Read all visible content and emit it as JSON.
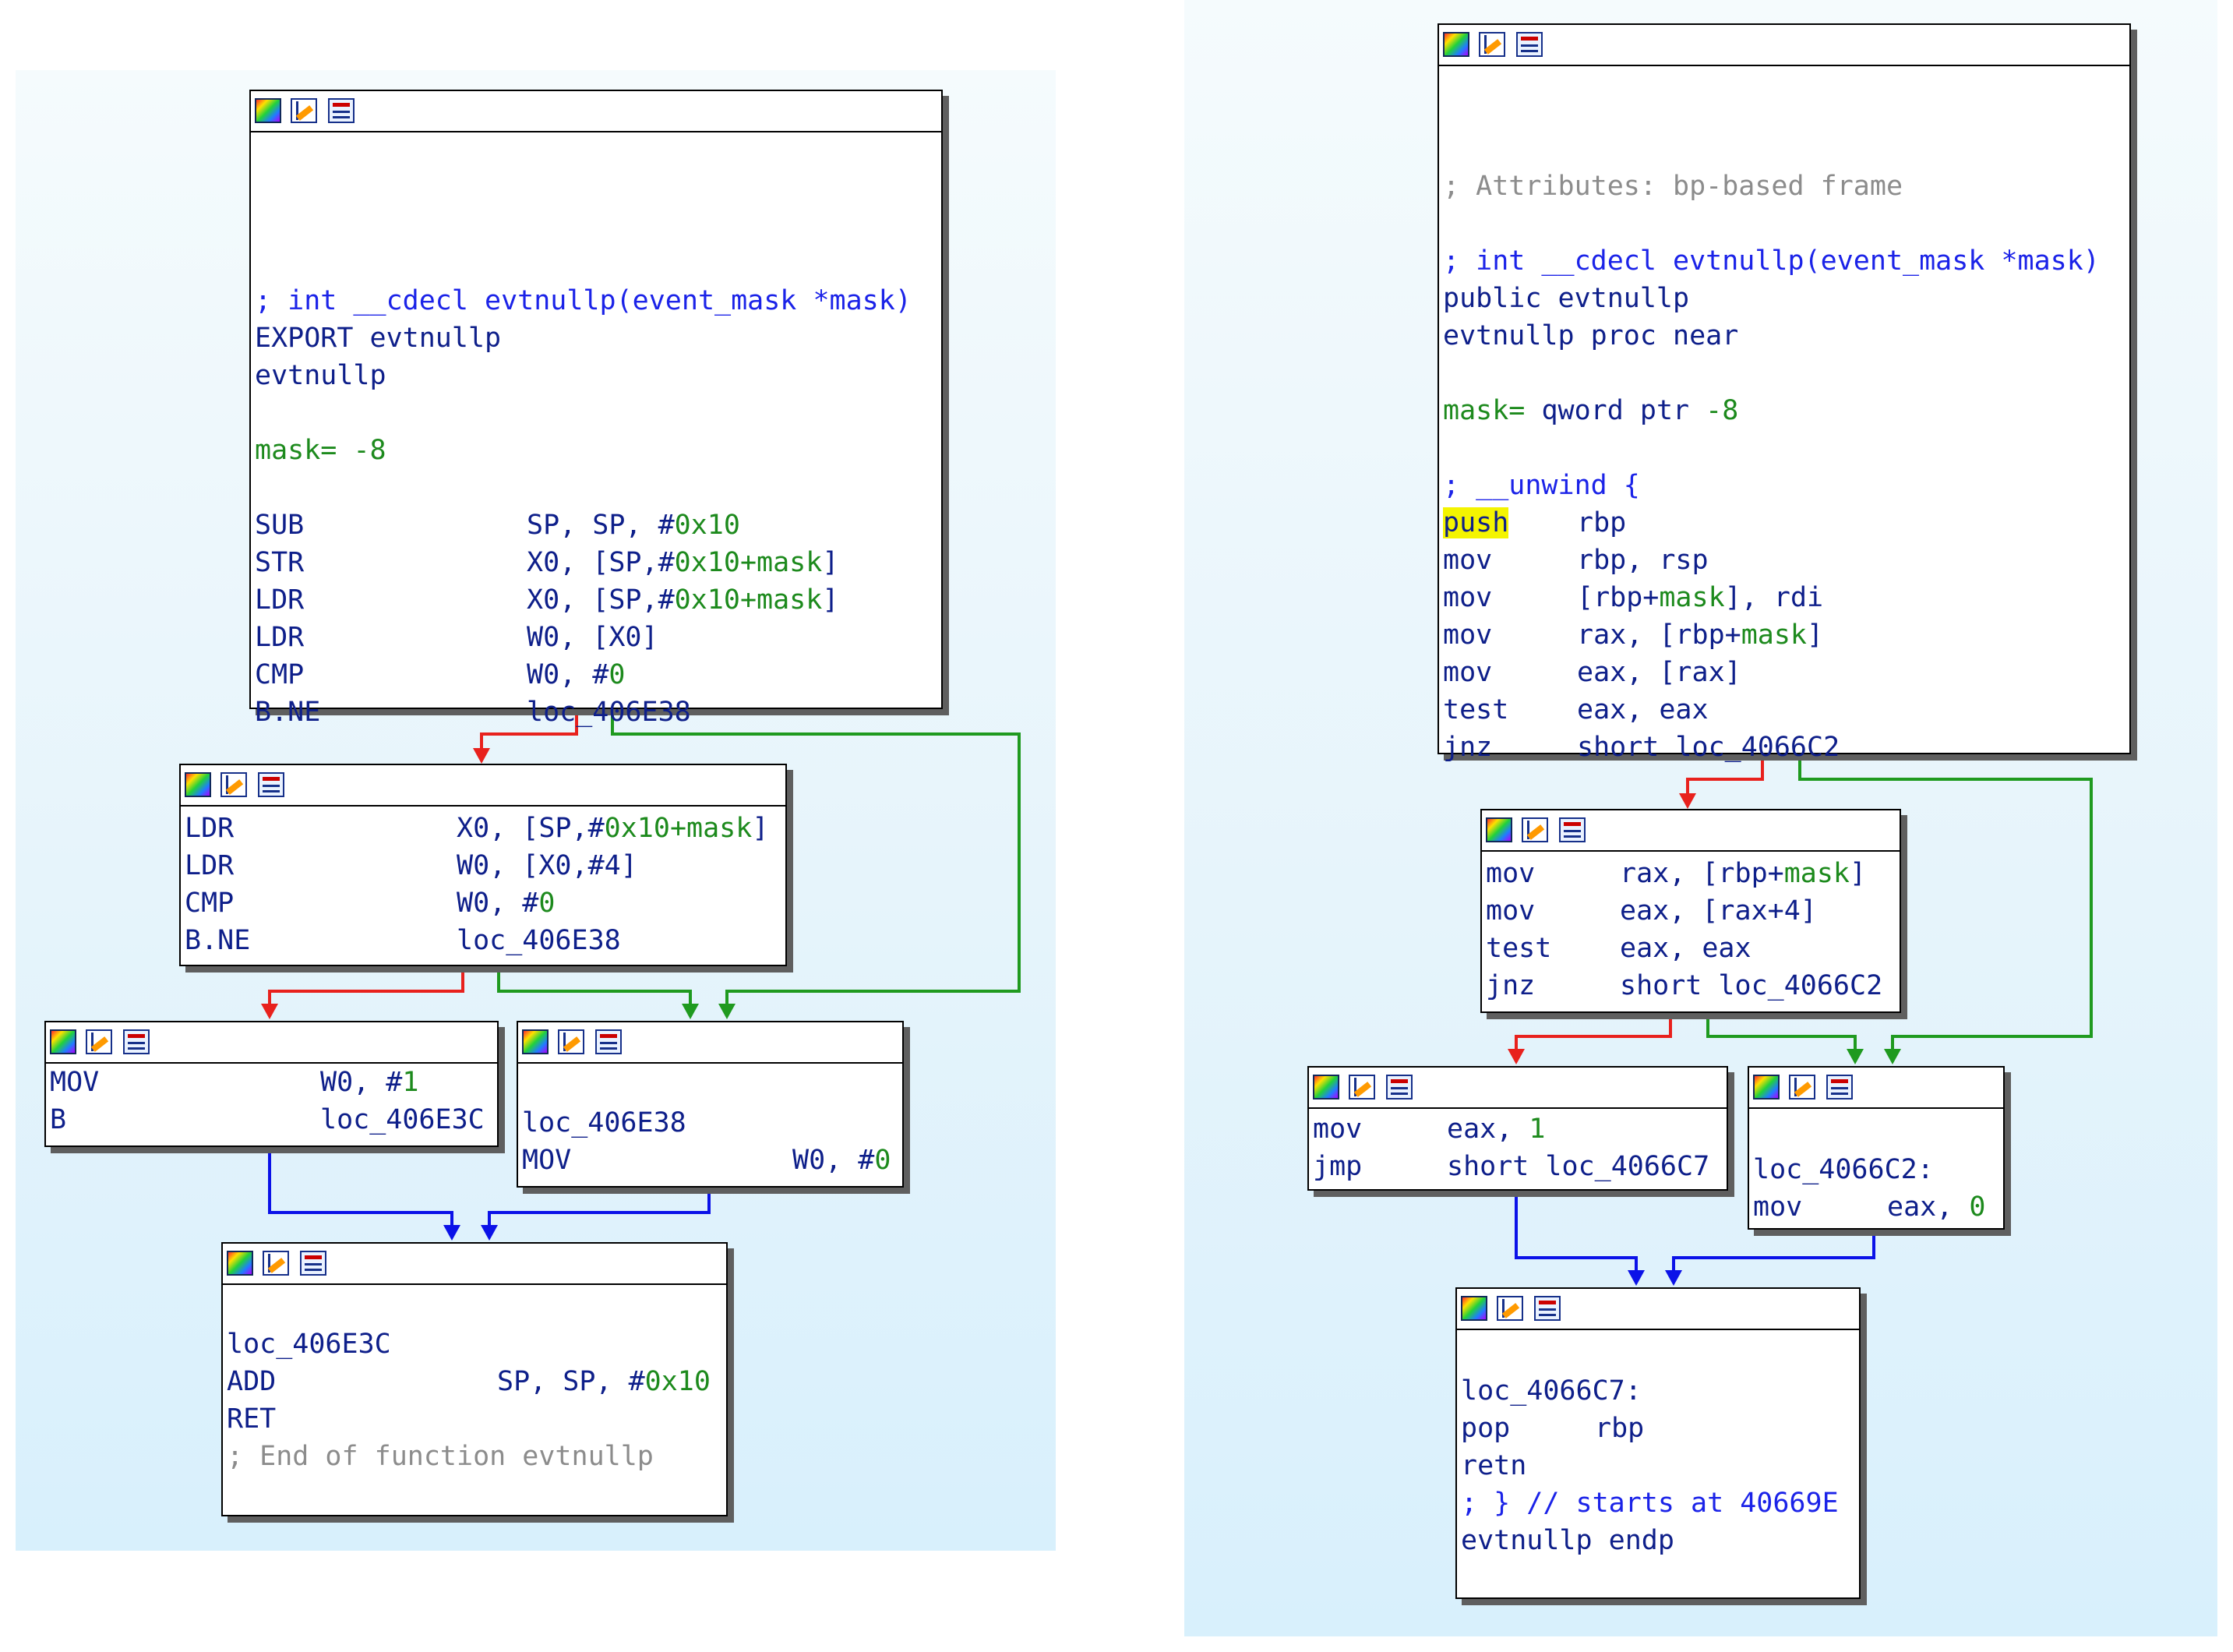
{
  "left": {
    "b1": {
      "sig": "; int __cdecl evtnullp(event_mask *mask)",
      "export_kw": "EXPORT",
      "export_name": "evtnullp",
      "label": "evtnullp",
      "var_name": "mask=",
      "var_val": "-8",
      "rows": [
        {
          "m": "SUB",
          "a": "SP, SP, #",
          "b": "0x10",
          "c": ""
        },
        {
          "m": "STR",
          "a": "X0, [SP,#",
          "b": "0x10+mask",
          "c": "]"
        },
        {
          "m": "LDR",
          "a": "X0, [SP,#",
          "b": "0x10+mask",
          "c": "]"
        },
        {
          "m": "LDR",
          "a": "W0, [X0]",
          "b": "",
          "c": ""
        },
        {
          "m": "CMP",
          "a": "W0, #",
          "b": "0",
          "c": ""
        },
        {
          "m": "B.NE",
          "a": "loc_406E38",
          "b": "",
          "c": ""
        }
      ]
    },
    "b2": {
      "rows": [
        {
          "m": "LDR",
          "a": "X0, [SP,#",
          "b": "0x10+mask",
          "c": "]"
        },
        {
          "m": "LDR",
          "a": "W0, [X0,#4]",
          "b": "",
          "c": ""
        },
        {
          "m": "CMP",
          "a": "W0, #",
          "b": "0",
          "c": ""
        },
        {
          "m": "B.NE",
          "a": "loc_406E38",
          "b": "",
          "c": ""
        }
      ]
    },
    "b3": {
      "rows": [
        {
          "m": "MOV",
          "a": "W0, #",
          "b": "1",
          "c": ""
        },
        {
          "m": "B",
          "a": "loc_406E3C",
          "b": "",
          "c": ""
        }
      ]
    },
    "b4": {
      "label": "loc_406E38",
      "rows": [
        {
          "m": "MOV",
          "a": "W0, #",
          "b": "0",
          "c": ""
        }
      ]
    },
    "b5": {
      "label": "loc_406E3C",
      "rows": [
        {
          "m": "ADD",
          "a": "SP, SP, #",
          "b": "0x10",
          "c": ""
        },
        {
          "m": "RET",
          "a": "",
          "b": "",
          "c": ""
        }
      ],
      "comment": "; End of function evtnullp"
    }
  },
  "right": {
    "b1": {
      "attr": "; Attributes: bp-based frame",
      "sig": "; int __cdecl evtnullp(event_mask *mask)",
      "public_line": "public evtnullp",
      "proc_line": "evtnullp proc near",
      "var_name": "mask=",
      "var_type": "qword ptr",
      "var_val": "-8",
      "unwind": "; __unwind {",
      "push_m": "push",
      "push_a": "rbp",
      "rows": [
        {
          "m": "mov",
          "a": "rbp, rsp",
          "b": "",
          "c": ""
        },
        {
          "m": "mov",
          "a": "[rbp+",
          "b": "mask",
          "c": "], rdi"
        },
        {
          "m": "mov",
          "a": "rax, [rbp+",
          "b": "mask",
          "c": "]"
        },
        {
          "m": "mov",
          "a": "eax, [rax]",
          "b": "",
          "c": ""
        },
        {
          "m": "test",
          "a": "eax, eax",
          "b": "",
          "c": ""
        },
        {
          "m": "jnz",
          "a": "short loc_4066C2",
          "b": "",
          "c": ""
        }
      ]
    },
    "b2": {
      "rows": [
        {
          "m": "mov",
          "a": "rax, [rbp+",
          "b": "mask",
          "c": "]"
        },
        {
          "m": "mov",
          "a": "eax, [rax+4]",
          "b": "",
          "c": ""
        },
        {
          "m": "test",
          "a": "eax, eax",
          "b": "",
          "c": ""
        },
        {
          "m": "jnz",
          "a": "short loc_4066C2",
          "b": "",
          "c": ""
        }
      ]
    },
    "b3": {
      "rows": [
        {
          "m": "mov",
          "a": "eax, ",
          "b": "1",
          "c": ""
        },
        {
          "m": "jmp",
          "a": "short loc_4066C7",
          "b": "",
          "c": ""
        }
      ]
    },
    "b4": {
      "label": "loc_4066C2:",
      "rows": [
        {
          "m": "mov",
          "a": "eax, ",
          "b": "0",
          "c": ""
        }
      ]
    },
    "b5": {
      "label": "loc_4066C7:",
      "rows": [
        {
          "m": "pop",
          "a": "rbp",
          "b": "",
          "c": ""
        },
        {
          "m": "retn",
          "a": "",
          "b": "",
          "c": ""
        }
      ],
      "end_comment": "; } // starts at 40669E",
      "endp": "evtnullp endp"
    }
  },
  "icons": [
    "graph-color-icon",
    "edit-icon",
    "xref-icon"
  ],
  "colors": {
    "true_edge": "#1f9a1f",
    "false_edge": "#e8211d",
    "jump_edge": "#0b12e8",
    "panel_bg": "#e6f4fb",
    "mnemonic": "#0e1f8a",
    "number": "#1d8a1d",
    "comment": "#1b23e8"
  }
}
